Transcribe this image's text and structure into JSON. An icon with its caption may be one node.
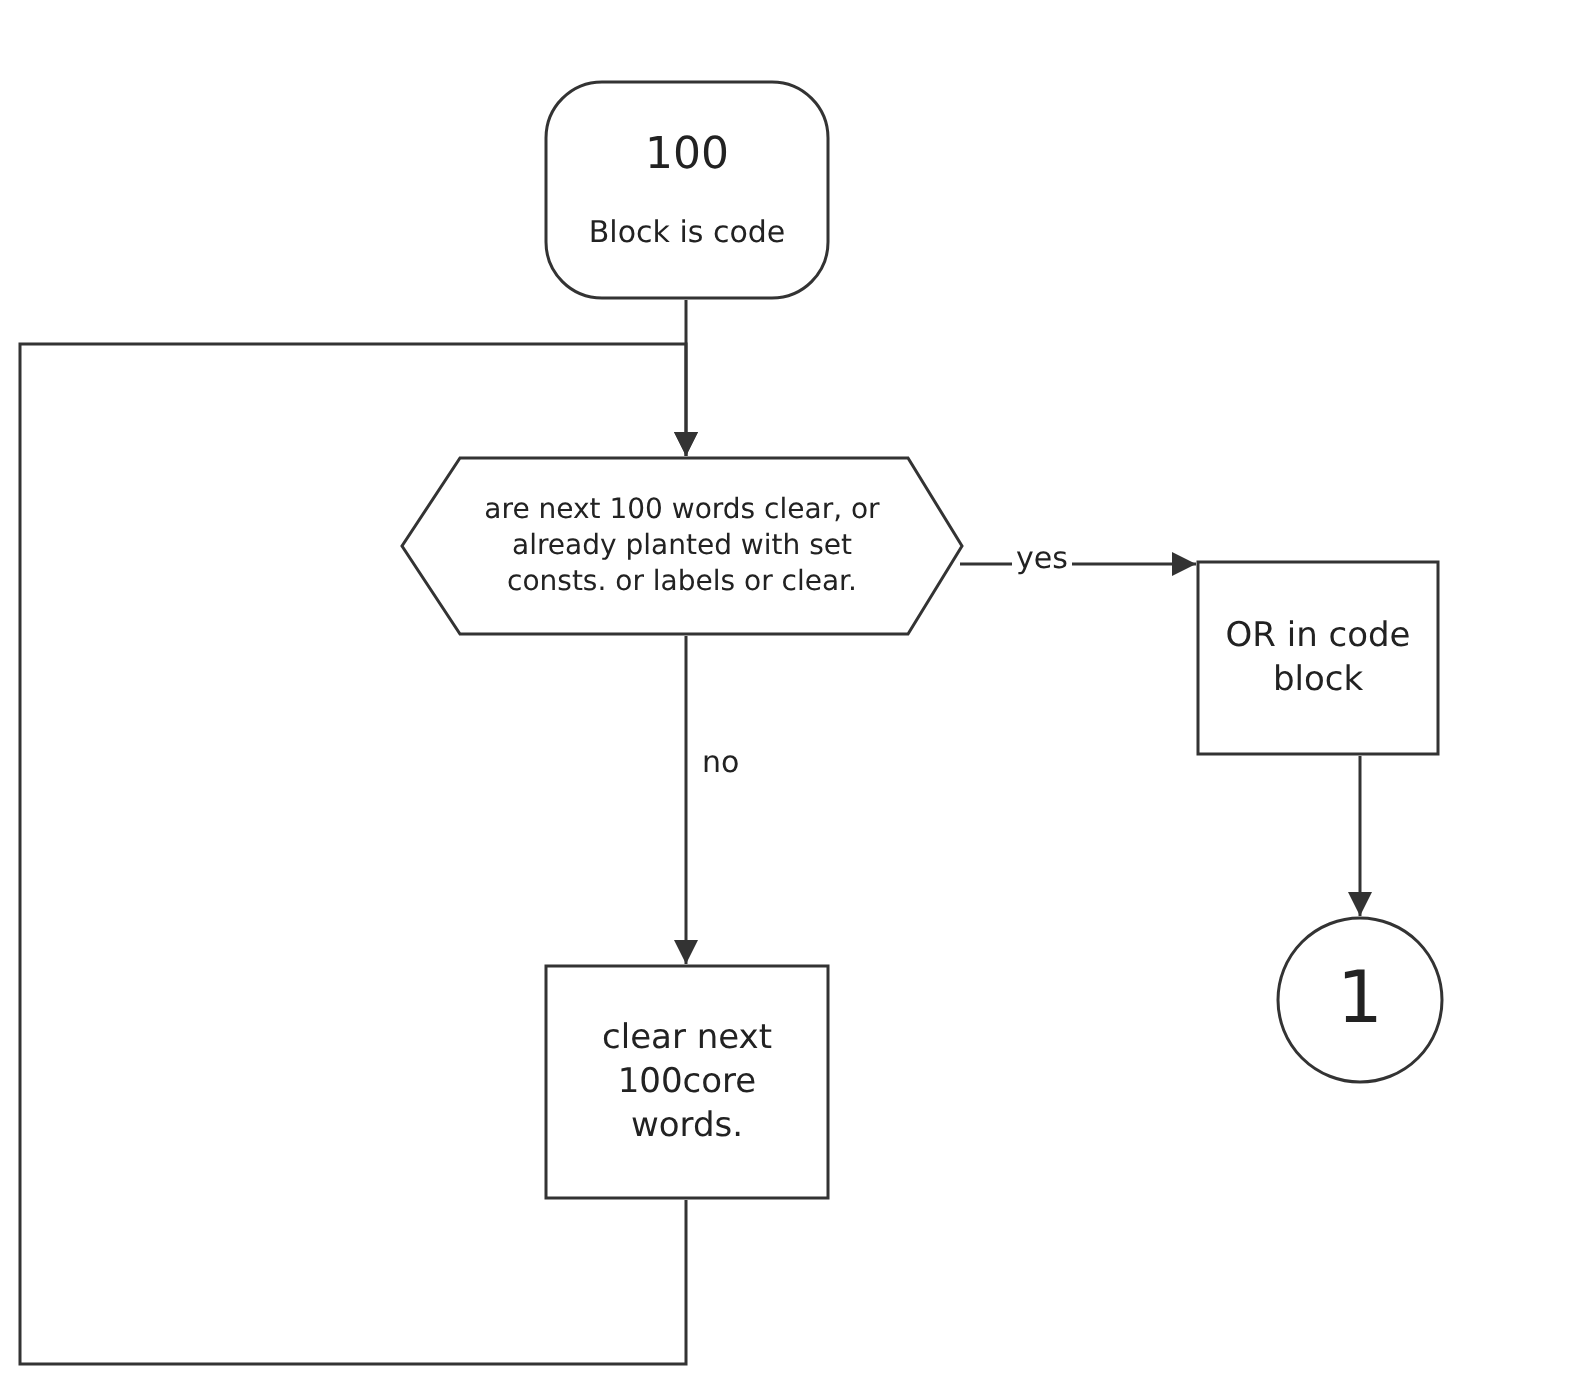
{
  "diagram": {
    "nodes": [
      {
        "text": [
          "100",
          "Block is code"
        ]
      },
      {
        "text": [
          "are next 100 words clear, or already planted with set consts. or labels or clear."
        ]
      },
      {
        "text": [
          "OR in code block"
        ]
      },
      {
        "text": [
          "clear next 100core words."
        ]
      },
      {
        "text": [
          "1"
        ]
      }
    ],
    "edges": [
      {
        "from": 0,
        "to": 1,
        "arrow": "to"
      },
      {
        "from": 1,
        "to": 2,
        "arrow": "to",
        "label": "yes"
      },
      {
        "from": 1,
        "to": 3,
        "arrow": "to",
        "label": "no"
      },
      {
        "from": 2,
        "to": 4,
        "arrow": "to"
      },
      {
        "from": 3,
        "to": 1,
        "arrow": "to"
      }
    ]
  }
}
